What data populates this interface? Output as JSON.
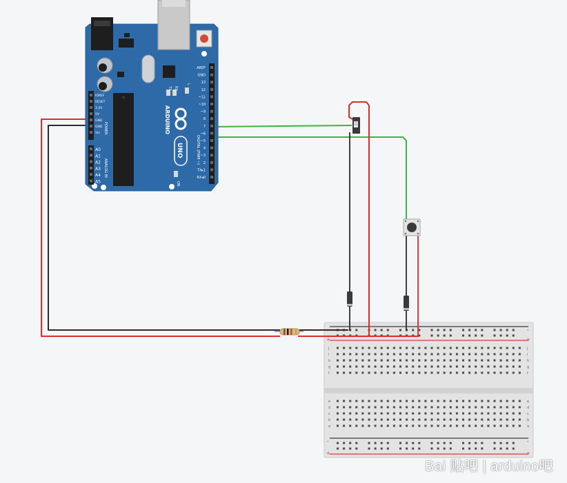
{
  "arduino": {
    "brand": "ARDUINO",
    "model": "UNO",
    "header_digital": "DIGITAL (PWM ~)",
    "header_power": "POWER",
    "header_analog": "ANALOG IN",
    "led_on": "ON",
    "led_l": "L",
    "led_tx": "TX",
    "led_rx": "RX",
    "power_pins": [
      "IOREF",
      "RESET",
      "3.3V",
      "5V",
      "GND",
      "GND",
      "Vin"
    ],
    "analog_pins": [
      "A0",
      "A1",
      "A2",
      "A3",
      "A4",
      "A5"
    ],
    "digital_pins": [
      "AREF",
      "GND",
      "13",
      "12",
      "~11",
      "~10",
      "~9",
      "8",
      "7",
      "~6",
      "~5",
      "4",
      "~3",
      "2",
      "TX▸1",
      "RX◂0"
    ]
  },
  "breadboard": {
    "row_letters_top": [
      "j",
      "i",
      "h",
      "g",
      "f"
    ],
    "row_letters_bottom": [
      "e",
      "d",
      "c",
      "b",
      "a"
    ],
    "plus": "+",
    "minus": "-",
    "columns": 30
  },
  "colors": {
    "board": "#2f6aa8",
    "wire_red": "#e02a2a",
    "wire_black": "#2a2a2a",
    "wire_green": "#3db340",
    "rail_red": "#d93a3a",
    "rail_dark": "#3a3a3a"
  },
  "watermark": {
    "left": "Bai 贴吧",
    "right": "arduino吧"
  }
}
